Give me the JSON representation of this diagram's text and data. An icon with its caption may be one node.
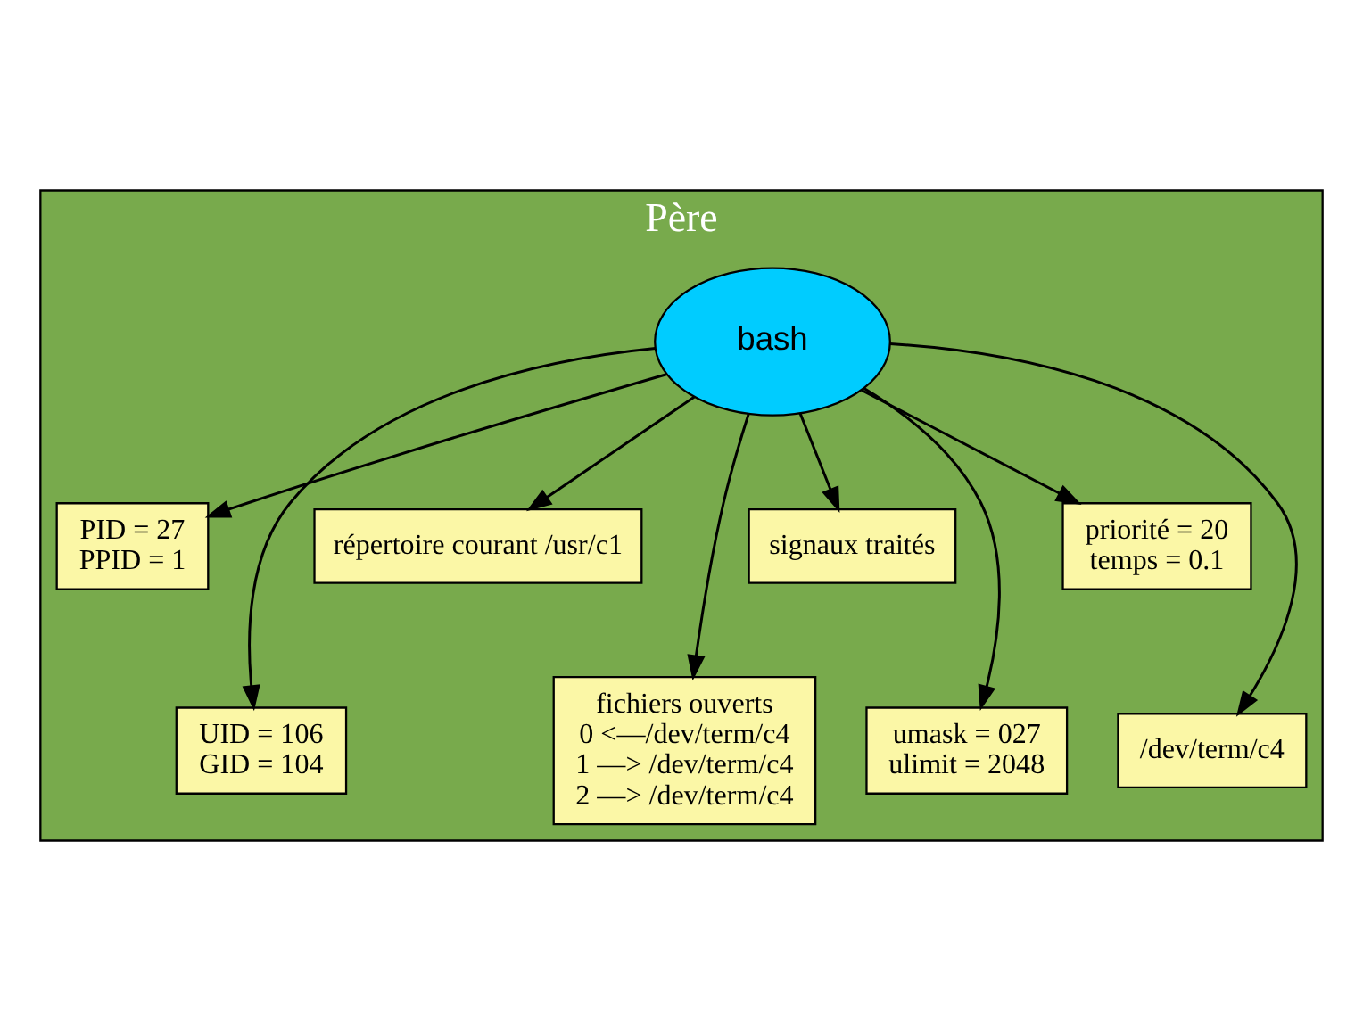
{
  "diagram": {
    "nodes": [
      {
        "text": [
          "Père"
        ]
      },
      {
        "text": [
          "PID = 27",
          "PPID = 1"
        ],
        "in": 0
      },
      {
        "text": [
          "UID = 106",
          "GID = 104"
        ],
        "in": 0
      },
      {
        "text": [
          "répertoire courant /usr/c1"
        ],
        "in": 0
      },
      {
        "text": [
          "fichiers ouverts",
          "0 <—/dev/term/c4",
          "1 —> /dev/term/c4",
          "2 —> /dev/term/c4"
        ],
        "in": 0
      },
      {
        "text": [
          "signaux traités"
        ],
        "in": 0
      },
      {
        "text": [
          "bash"
        ],
        "in": 0
      },
      {
        "text": [
          "umask = 027",
          "ulimit = 2048"
        ],
        "in": 0
      },
      {
        "text": [
          "priorité = 20",
          "temps = 0.1"
        ],
        "in": 0
      },
      {
        "text": [
          "/dev/term/c4"
        ],
        "in": 0
      }
    ],
    "edges": [
      {
        "from": 6,
        "to": 1,
        "arrow": "to"
      },
      {
        "from": 6,
        "to": 2,
        "arrow": "to"
      },
      {
        "from": 6,
        "to": 3,
        "arrow": "to"
      },
      {
        "from": 6,
        "to": 4,
        "arrow": "to"
      },
      {
        "from": 6,
        "to": 5,
        "arrow": "to"
      },
      {
        "from": 6,
        "to": 7,
        "arrow": "to"
      },
      {
        "from": 6,
        "to": 8,
        "arrow": "to"
      },
      {
        "from": 6,
        "to": 9,
        "arrow": "to"
      }
    ]
  }
}
